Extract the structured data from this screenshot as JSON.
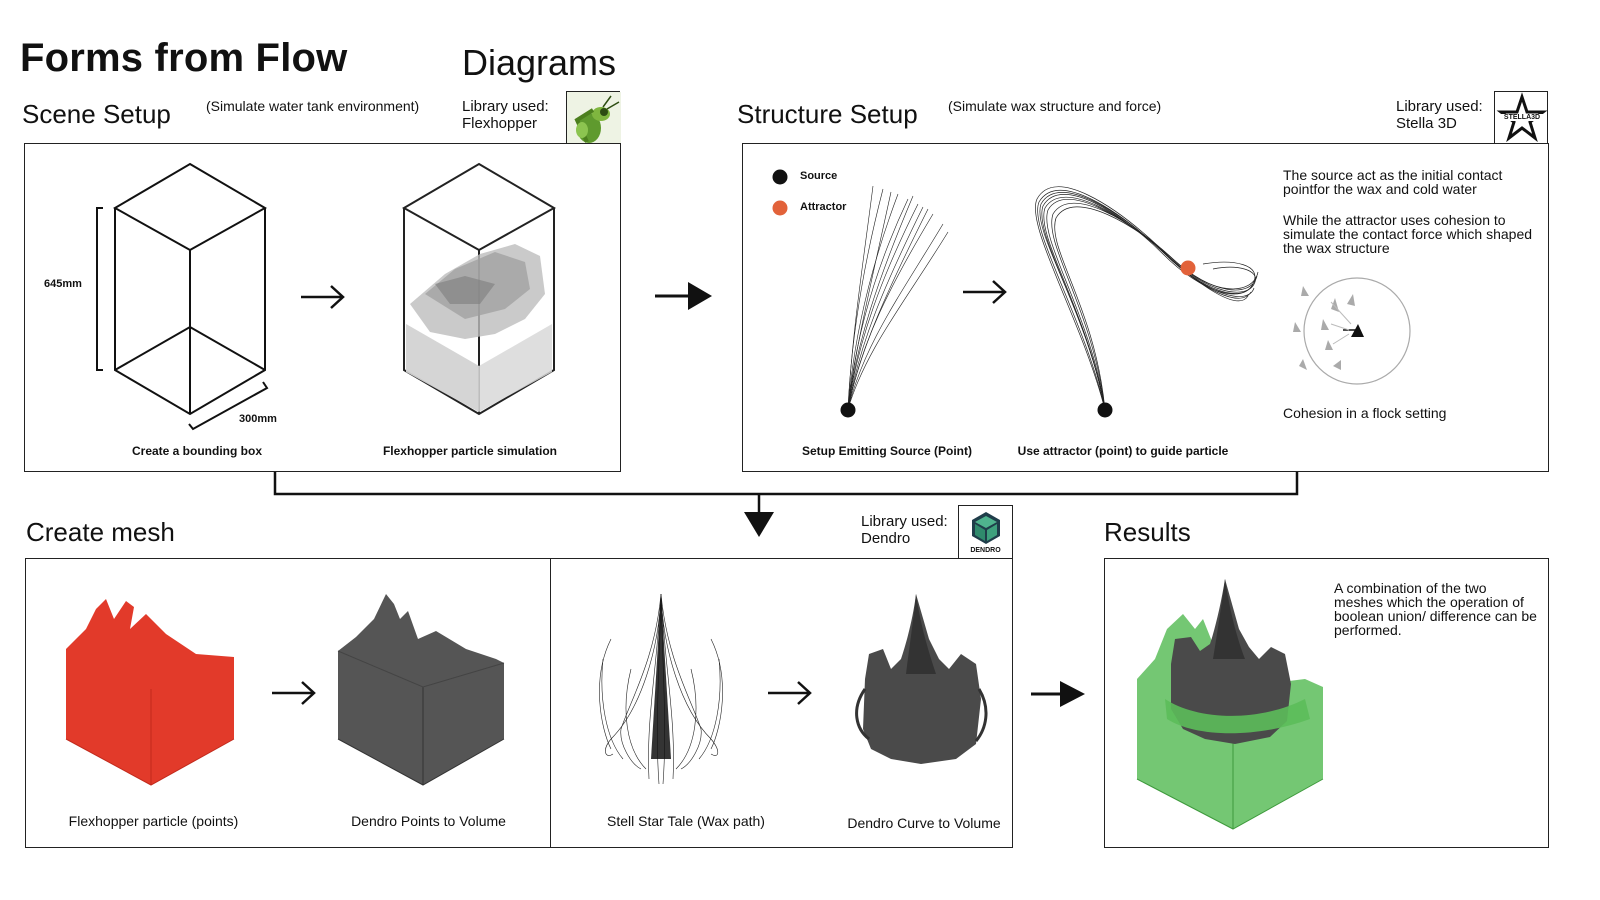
{
  "header": {
    "title": "Forms from Flow",
    "subtitle": "Diagrams"
  },
  "scene_setup": {
    "heading": "Scene Setup",
    "note": "(Simulate water tank environment)",
    "library_line1": "Library used:",
    "library_line2": "Flexhopper",
    "height_label": "645mm",
    "width_label": "300mm",
    "caption_left": "Create a bounding box",
    "caption_right": "Flexhopper particle simulation"
  },
  "structure_setup": {
    "heading": "Structure Setup",
    "note": "(Simulate wax structure and force)",
    "library_line1": "Library used:",
    "library_line2": "Stella 3D",
    "logo_text": "STELLA3D",
    "legend_source": "Source",
    "legend_attractor": "Attractor",
    "desc1": "The source act as the initial contact pointfor the wax and cold water",
    "desc2": "While the attractor uses cohesion to simulate the contact force which shaped the wax structure",
    "cohesion_caption": "Cohesion in a flock setting",
    "caption_left": "Setup Emitting Source (Point)",
    "caption_right": "Use attractor (point) to guide particle"
  },
  "create_mesh": {
    "heading": "Create mesh",
    "library_line1": "Library used:",
    "library_line2": "Dendro",
    "logo_text": "DENDRO",
    "caption1": "Flexhopper particle (points)",
    "caption2": "Dendro Points to Volume",
    "caption3": "Stell Star Tale (Wax path)",
    "caption4": "Dendro Curve to Volume"
  },
  "results": {
    "heading": "Results",
    "desc": "A combination of the two meshes which the operation of boolean union/ difference can be performed."
  },
  "colors": {
    "attractor": "#e2623a",
    "particle_red": "#e23a2a",
    "mesh_gray": "#555555",
    "mesh_green": "#5cbd5a"
  }
}
